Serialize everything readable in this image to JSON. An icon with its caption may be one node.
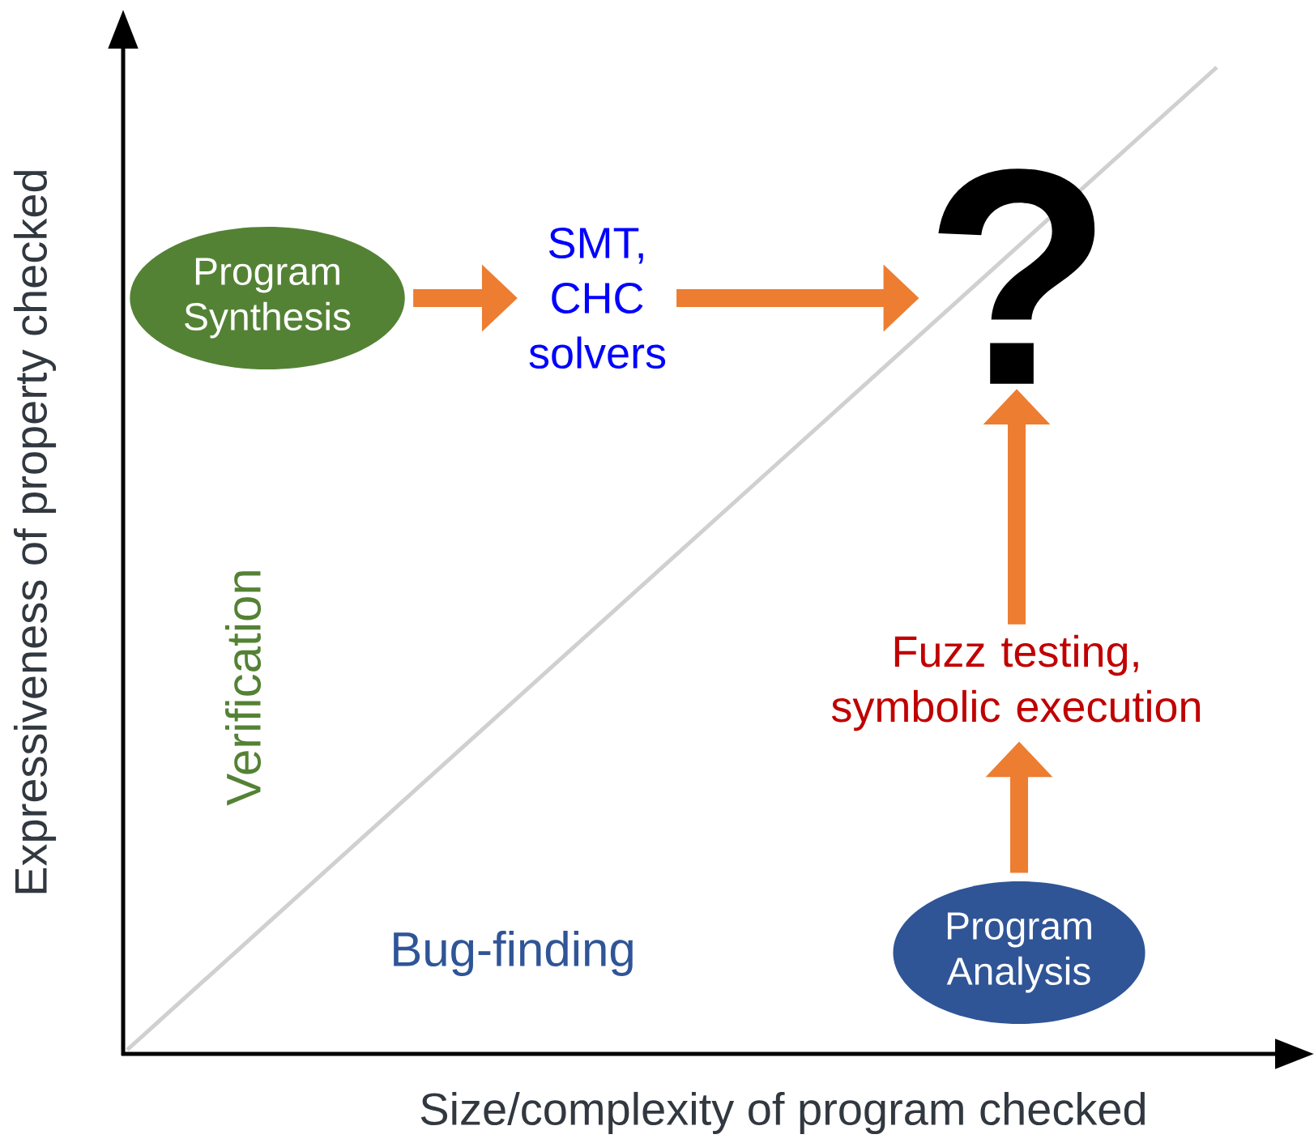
{
  "diagram": {
    "nodes": [
      {
        "text": [
          "Program Synthesis"
        ]
      },
      {
        "text": [
          "SMT, CHC solvers"
        ]
      },
      {
        "text": [
          "?"
        ]
      },
      {
        "text": [
          "Fuzz testing, symbolic execution"
        ]
      },
      {
        "text": [
          "Program Analysis"
        ]
      }
    ],
    "edges": [
      {
        "from": 0,
        "to": 1,
        "arrow": "to"
      },
      {
        "from": 1,
        "to": 2,
        "arrow": "to"
      },
      {
        "from": 4,
        "to": 3,
        "arrow": "to"
      },
      {
        "from": 3,
        "to": 2,
        "arrow": "to"
      }
    ],
    "labels": [
      "Verification",
      "Bug-finding",
      "Expressiveness of property checked",
      "Size/complexity of program checked"
    ]
  }
}
